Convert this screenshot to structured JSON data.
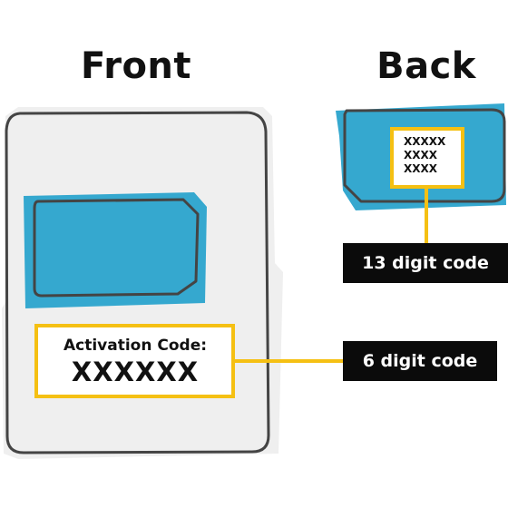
{
  "headings": {
    "front": "Front",
    "back": "Back"
  },
  "front_card": {
    "activation_label": "Activation Code:",
    "activation_value": "XXXXXX"
  },
  "back_card": {
    "code_lines": [
      "XXXXX",
      "XXXX",
      "XXXX"
    ]
  },
  "callouts": {
    "back_code": "13 digit code",
    "front_code": "6 digit code"
  },
  "colors": {
    "chip_blue": "#35A8CF",
    "highlight_yellow": "#F5C013",
    "card_gray": "#EFEFEF",
    "outline_dark": "#444444",
    "tag_black": "#0B0B0B"
  }
}
